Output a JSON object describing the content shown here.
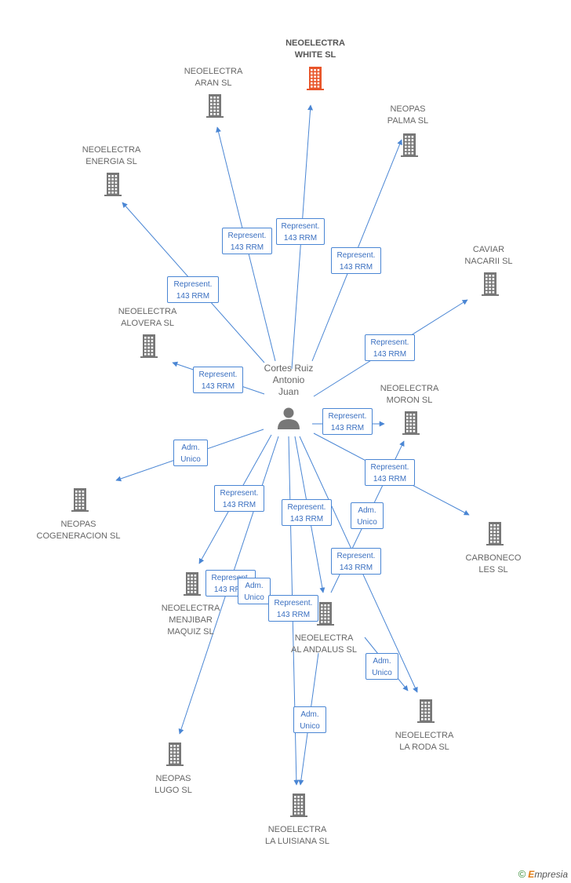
{
  "colors": {
    "edge": "#4a86d4",
    "company": "#777777",
    "highlight": "#e8552a",
    "person": "#777777"
  },
  "person": {
    "label": "Cortes Ruiz\nAntonio\nJuan",
    "icon": "person-icon"
  },
  "companies": [
    {
      "id": "white",
      "label": "NEOELECTRA\nWHITE SL",
      "highlight": true
    },
    {
      "id": "aran",
      "label": "NEOELECTRA\nARAN SL"
    },
    {
      "id": "palma",
      "label": "NEOPAS\nPALMA SL"
    },
    {
      "id": "energia",
      "label": "NEOELECTRA\nENERGIA  SL"
    },
    {
      "id": "caviar",
      "label": "CAVIAR\nNACARII SL"
    },
    {
      "id": "alovera",
      "label": "NEOELECTRA\nALOVERA SL"
    },
    {
      "id": "moron",
      "label": "NEOELECTRA\nMORON SL"
    },
    {
      "id": "cogeneracion",
      "label": "NEOPAS\nCOGENERACION SL"
    },
    {
      "id": "carboneco",
      "label": "CARBONECO\nLES SL"
    },
    {
      "id": "menjibar",
      "label": "NEOELECTRA\nMENJIBAR\nMAQUIZ SL"
    },
    {
      "id": "andalus",
      "label": "NEOELECTRA\nAL ANDALUS SL"
    },
    {
      "id": "roda",
      "label": "NEOELECTRA\nLA RODA SL"
    },
    {
      "id": "lugo",
      "label": "NEOPAS\nLUGO SL"
    },
    {
      "id": "luisiana",
      "label": "NEOELECTRA\nLA LUISIANA SL"
    }
  ],
  "relations": [
    {
      "label": "Represent.\n143 RRM"
    },
    {
      "label": "Represent.\n143 RRM"
    },
    {
      "label": "Represent.\n143 RRM"
    },
    {
      "label": "Represent.\n143 RRM"
    },
    {
      "label": "Represent.\n143 RRM"
    },
    {
      "label": "Represent.\n143 RRM"
    },
    {
      "label": "Represent.\n143 RRM"
    },
    {
      "label": "Adm.\nUnico"
    },
    {
      "label": "Represent.\n143 RRM"
    },
    {
      "label": "Represent.\n143 RRM"
    },
    {
      "label": "Represent.\n143 RRM"
    },
    {
      "label": "Represent.\n143 RRM"
    },
    {
      "label": "Adm.\nUnico"
    },
    {
      "label": "Represent.\n143 RRM"
    },
    {
      "label": "Adm.\nUnico"
    },
    {
      "label": "Represent.\n143 RRM"
    },
    {
      "label": "Adm.\nUnico"
    },
    {
      "label": "Adm.\nUnico"
    }
  ],
  "watermark": {
    "copyright": "©",
    "brand_initial": "E",
    "brand_rest": "mpresia"
  }
}
